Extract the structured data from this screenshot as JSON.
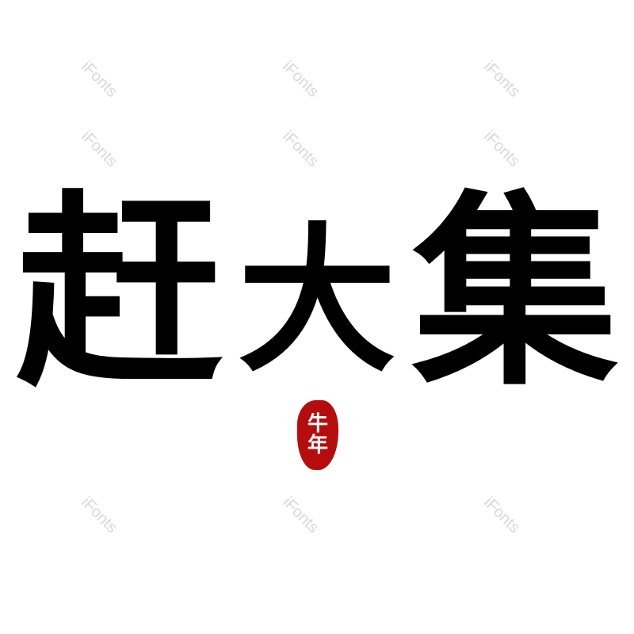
{
  "title": {
    "characters": [
      "赶",
      "大",
      "集"
    ]
  },
  "seal": {
    "characters": [
      "牛",
      "年"
    ],
    "color": "#b50d0d"
  },
  "watermark": {
    "text": "iFonts",
    "color": "#d9d9d9"
  }
}
